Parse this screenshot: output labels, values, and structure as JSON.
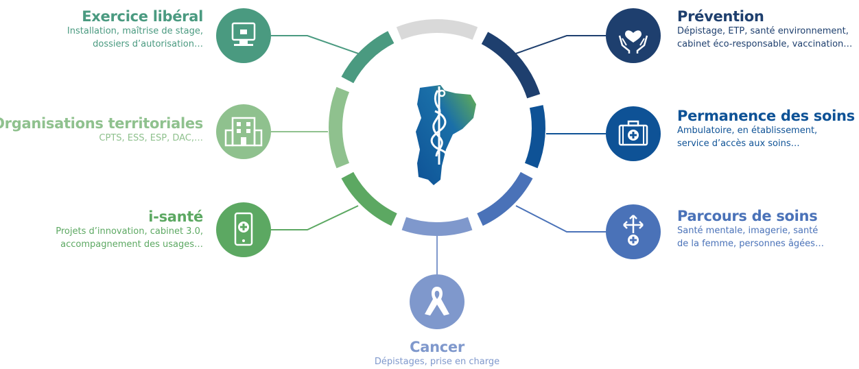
{
  "categories": {
    "exercice": {
      "title": "Exercice libéral",
      "desc": [
        "Installation, maîtrise de stage,",
        "dossiers d’autorisation…"
      ],
      "color": "#4a9a80",
      "icon": "monitor-icon"
    },
    "organisations": {
      "title": "Organisations territoriales",
      "desc": [
        "CPTS, ESS, ESP, DAC,…"
      ],
      "color": "#8fc18e",
      "icon": "building-icon"
    },
    "isante": {
      "title": "i-santé",
      "desc": [
        "Projets d’innovation, cabinet 3.0,",
        "accompagnement des usages…"
      ],
      "color": "#5ca862",
      "icon": "smartphone-health-icon"
    },
    "prevention": {
      "title": "Prévention",
      "desc": [
        "Dépistage, ETP, santé environnement,",
        "cabinet éco-responsable, vaccination…"
      ],
      "color": "#1e3f6e",
      "icon": "hands-heart-icon"
    },
    "permanence": {
      "title": "Permanence des soins",
      "desc": [
        "Ambulatoire, en établissement,",
        "service d’accès aux soins…"
      ],
      "color": "#0e5296",
      "icon": "medical-kit-icon"
    },
    "parcours": {
      "title": "Parcours de soins",
      "desc": [
        "Santé mentale, imagerie, santé",
        "de la femme, personnes âgées…"
      ],
      "color": "#4a72b8",
      "icon": "arrows-health-icon"
    },
    "cancer": {
      "title": "Cancer",
      "desc": [
        "Dépistages, prise en charge"
      ],
      "color": "#7f98cc",
      "icon": "ribbon-icon"
    }
  },
  "ring": {
    "inactive_color": "#d9d9d9"
  },
  "center_logo": {
    "icon": "caduceus-map-logo"
  }
}
